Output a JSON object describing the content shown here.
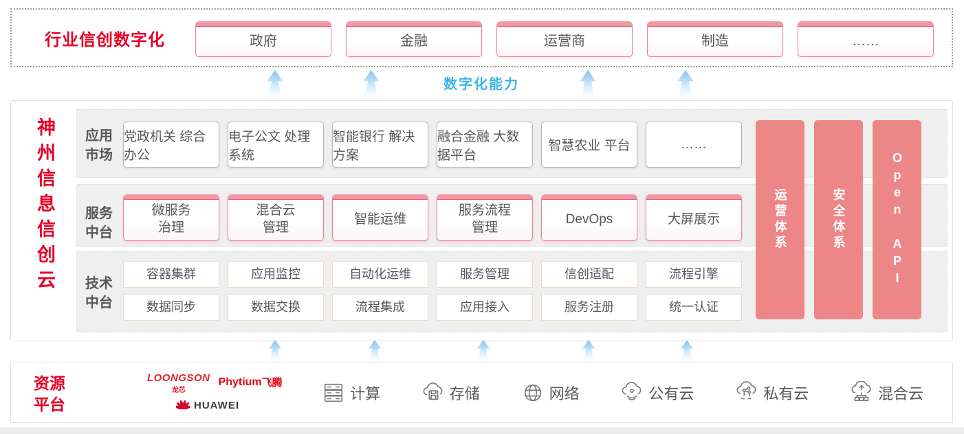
{
  "top": {
    "title": "行业信创数字化",
    "boxes": [
      "政府",
      "金融",
      "运营商",
      "制造",
      "……"
    ]
  },
  "capability_label": "数字化能力",
  "platform": {
    "vertical_title": "神州信息信创云",
    "rows": [
      {
        "label": "应用\n市场",
        "items": [
          "党政机关\n综合办公",
          "电子公文\n处理系统",
          "智能银行\n解决方案",
          "融合金融\n大数据平台",
          "智慧农业\n平台",
          "……"
        ]
      },
      {
        "label": "服务\n中台",
        "items": [
          "微服务\n治理",
          "混合云\n管理",
          "智能运维",
          "服务流程\n管理",
          "DevOps",
          "大屏展示"
        ]
      },
      {
        "label": "技术\n中台",
        "items_row1": [
          "容器集群",
          "应用监控",
          "自动化运维",
          "服务管理",
          "信创适配",
          "流程引擎"
        ],
        "items_row2": [
          "数据同步",
          "数据交换",
          "流程集成",
          "应用接入",
          "服务注册",
          "统一认证"
        ]
      }
    ],
    "pillars": [
      "运营体系",
      "安全体系",
      "Open API"
    ]
  },
  "bottom": {
    "label": "资源\n平台",
    "logos": {
      "loongson": "LOONGSON",
      "loongson_cn": "龙芯",
      "phytium": "Phytium",
      "phytium_cn": "飞腾",
      "huawei": "HUAWEI"
    },
    "resources": [
      {
        "icon": "compute-icon",
        "label": "计算"
      },
      {
        "icon": "storage-icon",
        "label": "存储"
      },
      {
        "icon": "network-icon",
        "label": "网络"
      },
      {
        "icon": "public-cloud-icon",
        "label": "公有云"
      },
      {
        "icon": "private-cloud-icon",
        "label": "私有云"
      },
      {
        "icon": "hybrid-cloud-icon",
        "label": "混合云"
      }
    ]
  },
  "colors": {
    "accent_red": "#e60027",
    "pillar_pink": "#ed8787",
    "capability_blue": "#3ab4ea",
    "box_border_pink": "#ea8398",
    "text_gray": "#595757",
    "panel_gray": "#efefef"
  }
}
